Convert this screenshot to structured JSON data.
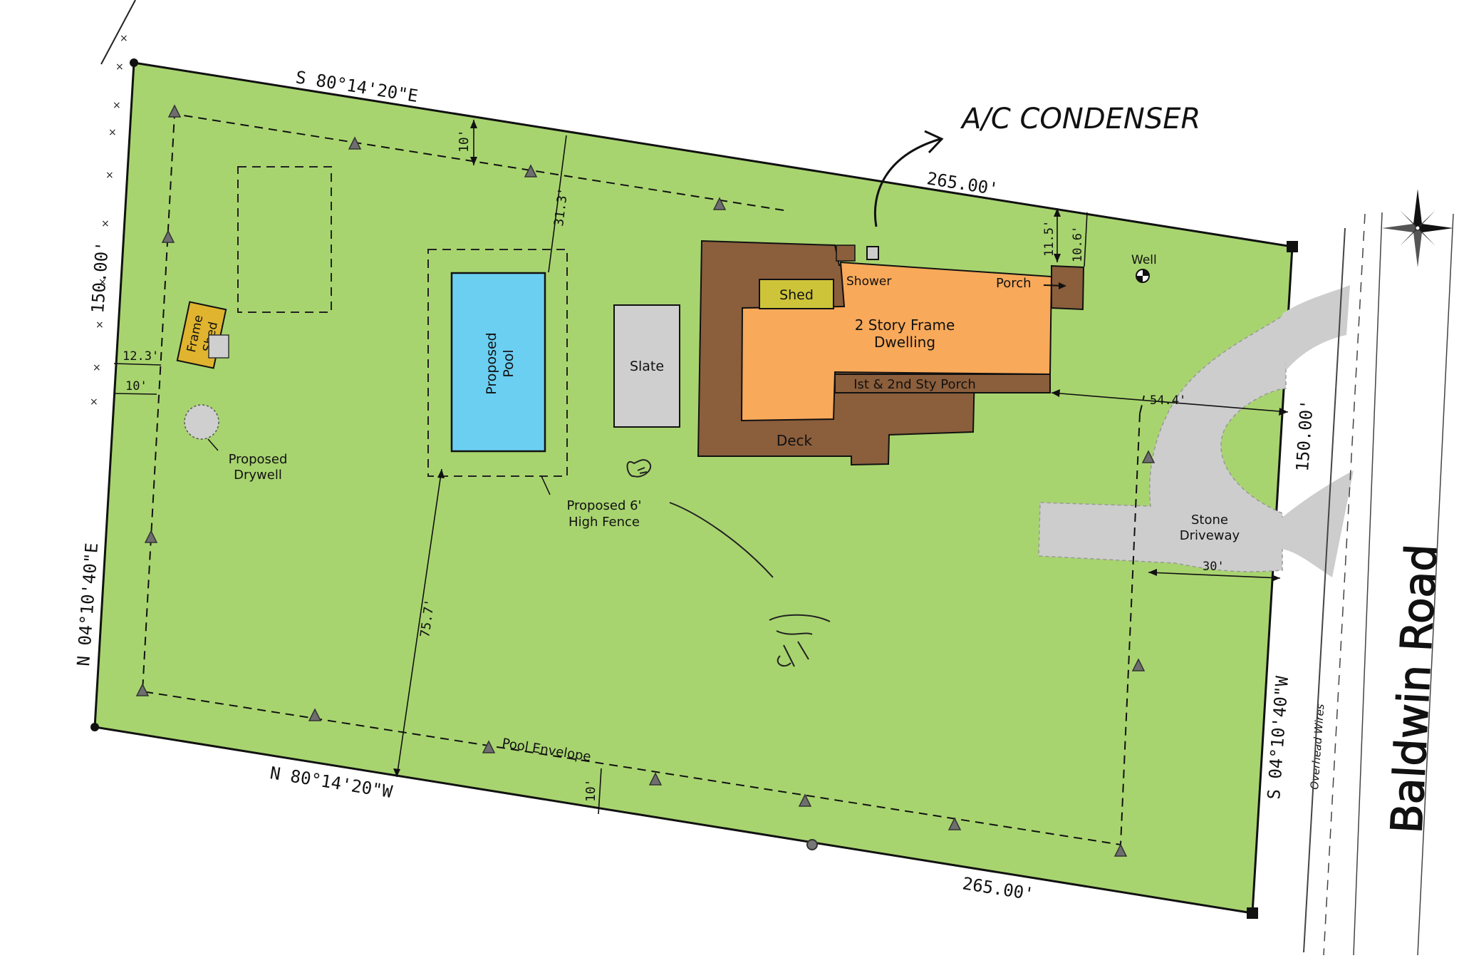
{
  "annotation": {
    "ac_condenser": "A/C CONDENSER"
  },
  "bearings": {
    "north": "S 80°14'20\"E",
    "south": "N 80°14'20\"W",
    "west": "N 04°10'40\"E",
    "east": "S 04°10'40\"W"
  },
  "distances": {
    "north": "265.00'",
    "south": "265.00'",
    "west": "150.00'",
    "east": "150.00'"
  },
  "dimensions": {
    "d_10_top": "10'",
    "d_31_3": "31.3'",
    "d_11_5": "11.5'",
    "d_10_6": "10.6'",
    "d_12_3": "12.3'",
    "d_10_left": "10'",
    "d_54_4": "54.4'",
    "d_30": "30'",
    "d_75_7": "75.7'",
    "d_10_bottom": "10'"
  },
  "labels": {
    "frame_shed": [
      "Frame",
      "Shed"
    ],
    "proposed_drywell": [
      "Proposed",
      "Drywell"
    ],
    "proposed_pool": [
      "Proposed",
      "Pool"
    ],
    "slate": "Slate",
    "proposed_fence": [
      "Proposed 6'",
      "High Fence"
    ],
    "shed": "Shed",
    "shower": "Shower",
    "porch": "Porch",
    "dwelling": [
      "2 Story Frame",
      "Dwelling"
    ],
    "side_porch": "Ist & 2nd Sty Porch",
    "deck": "Deck",
    "well": "Well",
    "driveway": [
      "Stone",
      "Driveway"
    ],
    "pool_envelope": "Pool Envelope",
    "overhead_wires": "Overhead Wires",
    "road": "Baldwin Road"
  },
  "colors": {
    "lot": "#a8d46f",
    "pool": "#6bcff2",
    "dwelling": "#f8a95a",
    "deck": "#8b5e3c",
    "shed": "#cdc43a",
    "frame_shed": "#e0b42e",
    "slate": "#cfcfcf",
    "driveway": "#cdcdcd",
    "marker": "#6e6e6e"
  }
}
